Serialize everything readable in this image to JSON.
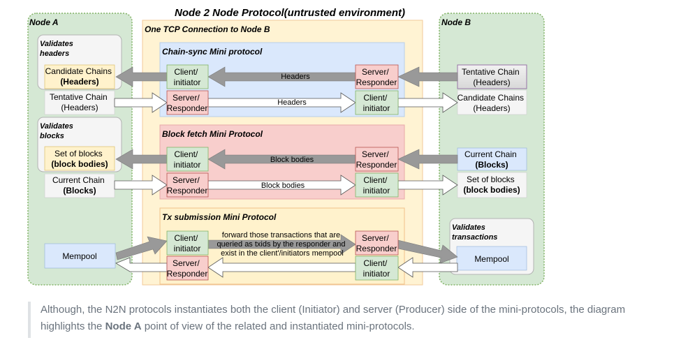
{
  "title": "Node 2 Node Protocol(untrusted environment)",
  "node_a": {
    "label": "Node A",
    "validates_headers": [
      "Validates",
      "headers"
    ],
    "candidate_chains": [
      "Candidate Chains",
      "(Headers)"
    ],
    "tentative_chain": [
      "Tentative Chain",
      "(Headers)"
    ],
    "validates_blocks": [
      "Validates",
      "blocks"
    ],
    "set_of_blocks": [
      "Set of blocks",
      "(block bodies)"
    ],
    "current_chain": [
      "Current Chain",
      "(Blocks)"
    ],
    "mempool": "Mempool"
  },
  "node_b": {
    "label": "Node B",
    "tentative_chain": [
      "Tentative Chain",
      "(Headers)"
    ],
    "candidate_chains": [
      "Candidate Chains",
      "(Headers)"
    ],
    "current_chain": [
      "Current Chain",
      "(Blocks)"
    ],
    "set_of_blocks": [
      "Set of blocks",
      "(block bodies)"
    ],
    "validates_transactions": [
      "Validates",
      "transactions"
    ],
    "mempool": "Mempool"
  },
  "connection_label": "One TCP Connection to Node B",
  "protocols": {
    "chain_sync": {
      "title": "Chain-sync Mini protocol",
      "client": [
        "Client/",
        "initiator"
      ],
      "server": [
        "Server/",
        "Responder"
      ],
      "server_b": [
        "Server/",
        "Responder"
      ],
      "client_b": [
        "Client/",
        "initiator"
      ],
      "arrow_top": "Headers",
      "arrow_bottom": "Headers"
    },
    "block_fetch": {
      "title": "Block fetch Mini Protocol",
      "client": [
        "Client/",
        "initiator"
      ],
      "server": [
        "Server/",
        "Responder"
      ],
      "server_b": [
        "Server/",
        "Responder"
      ],
      "client_b": [
        "Client/",
        "initiator"
      ],
      "arrow_top": "Block bodies",
      "arrow_bottom": "Block bodies"
    },
    "tx_submission": {
      "title": "Tx submission Mini Protocol",
      "client": [
        "Client/",
        "initiator"
      ],
      "server": [
        "Server/",
        "Responder"
      ],
      "server_b": [
        "Server/",
        "Responder"
      ],
      "client_b": [
        "Client/",
        "initiator"
      ],
      "arrow_label": [
        "forward those transactions that are",
        "queried as txids by the responder and",
        "exist in the client'/initiators mempool"
      ]
    }
  },
  "caption": {
    "part1": "Although, the N2N protocols instantiates both the client (Initiator) and server (Producer) side of the mini-protocols, the diagram highlights the ",
    "bold": "Node A",
    "part2": " point of view of the related and instantiated mini-protocols."
  },
  "colors": {
    "node_bg": "#d5e8d4",
    "node_border": "#82b366",
    "connection_bg": "#fff2cc",
    "chain_sync_bg": "#dae8fc",
    "block_fetch_bg": "#f8cecc",
    "client_box": "#d5e8d4",
    "server_box": "#f8cecc",
    "headers_box": "#fff2cc",
    "mempool_box": "#dae8fc",
    "gray_arrow": "#999999"
  }
}
